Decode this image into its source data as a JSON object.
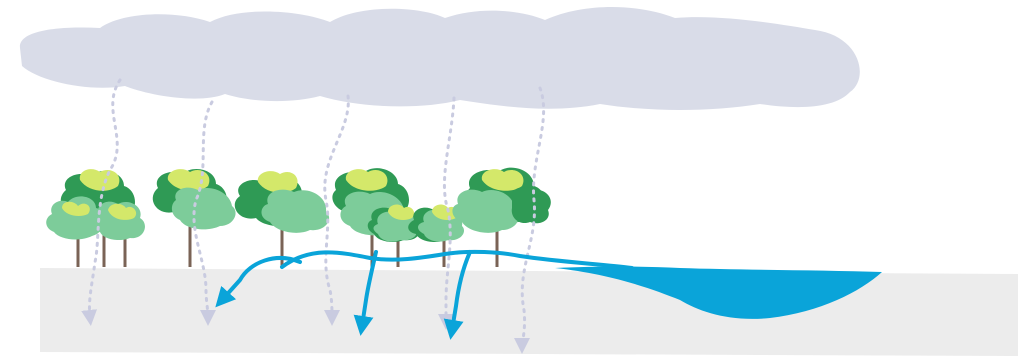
{
  "diagram": {
    "colors": {
      "background": "#ffffff",
      "cloud": "#d9dce8",
      "ground": "#ececec",
      "rain": "#c9cbe0",
      "water": "#0aa4d9",
      "trunk": "#7a6356",
      "leaf_dark": "#2f9a55",
      "leaf_light": "#7dcc9a",
      "leaf_highlight": "#d4e86a"
    },
    "elements": {
      "cloud": "cloud",
      "forest": "tree-cluster",
      "rain": "rain-drops-icon",
      "flow": "water-flow-arrows",
      "lake": "lake",
      "ground": "ground"
    }
  }
}
